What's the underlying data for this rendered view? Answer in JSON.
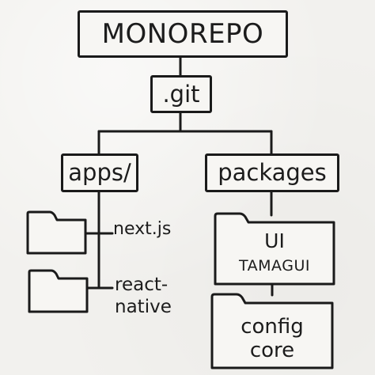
{
  "diagram": {
    "root": {
      "label": "MONOREPO"
    },
    "git": {
      "label": ".git"
    },
    "apps": {
      "label": "apps/",
      "children": [
        {
          "label": "next.js"
        },
        {
          "label": "react-\nnative"
        }
      ]
    },
    "packages": {
      "label": "packages",
      "children": [
        {
          "title": "UI",
          "subtitle": "TAMAGUI"
        },
        {
          "title": "config",
          "subtitle": "core"
        }
      ]
    }
  }
}
